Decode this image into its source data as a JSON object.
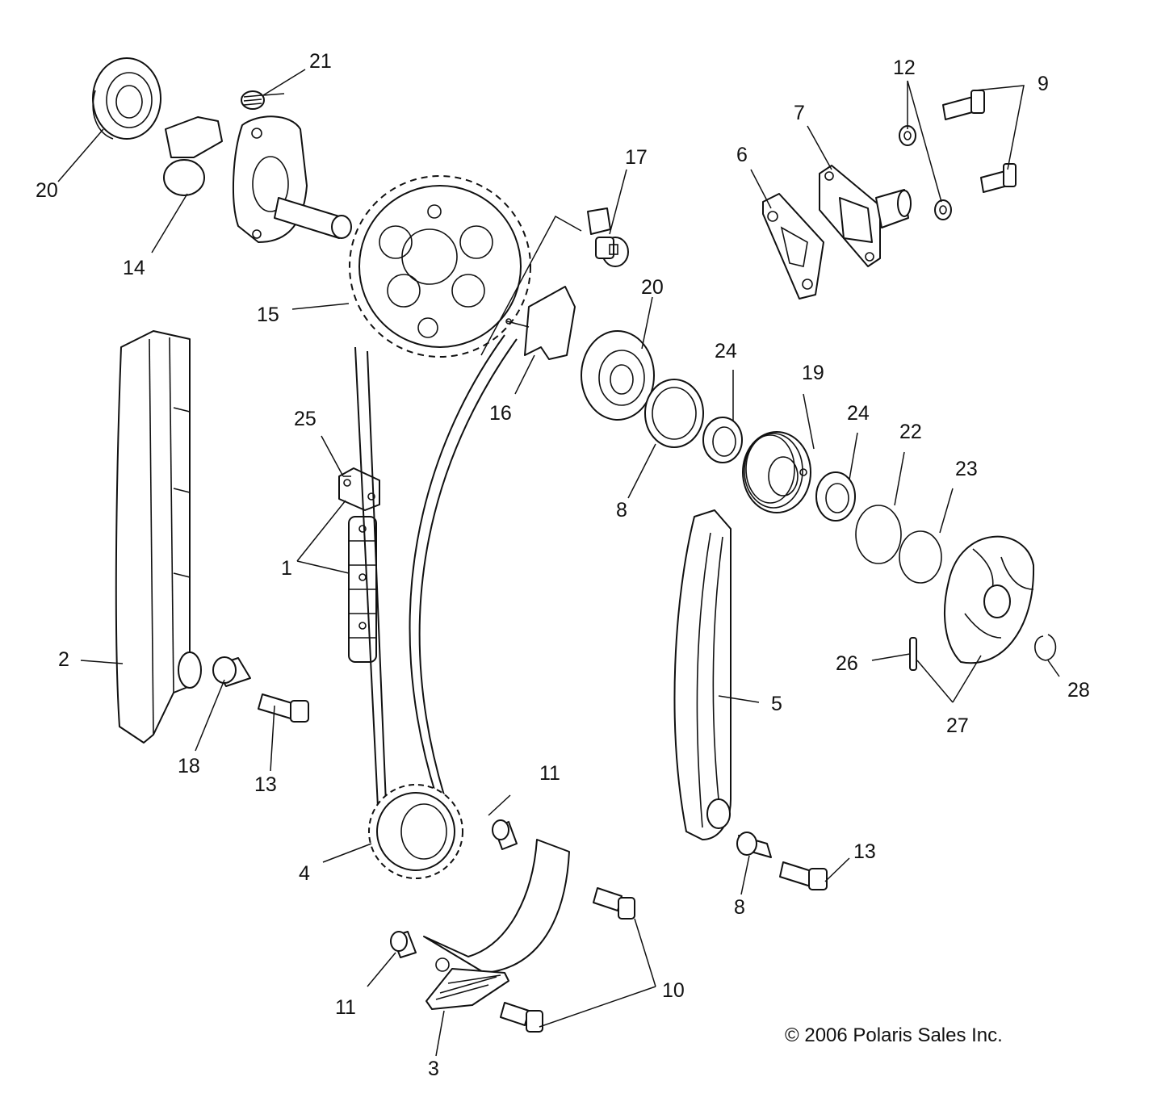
{
  "diagram": {
    "copyright": "© 2006 Polaris Sales Inc.",
    "callouts": [
      {
        "id": "c21",
        "text": "21"
      },
      {
        "id": "c20a",
        "text": "20"
      },
      {
        "id": "c14",
        "text": "14"
      },
      {
        "id": "c15",
        "text": "15"
      },
      {
        "id": "c17",
        "text": "17"
      },
      {
        "id": "c12",
        "text": "12"
      },
      {
        "id": "c9",
        "text": "9"
      },
      {
        "id": "c7",
        "text": "7"
      },
      {
        "id": "c6",
        "text": "6"
      },
      {
        "id": "c20b",
        "text": "20"
      },
      {
        "id": "c16",
        "text": "16"
      },
      {
        "id": "c24a",
        "text": "24"
      },
      {
        "id": "c19",
        "text": "19"
      },
      {
        "id": "c24b",
        "text": "24"
      },
      {
        "id": "c22",
        "text": "22"
      },
      {
        "id": "c23",
        "text": "23"
      },
      {
        "id": "c8a",
        "text": "8"
      },
      {
        "id": "c25",
        "text": "25"
      },
      {
        "id": "c1",
        "text": "1"
      },
      {
        "id": "c2",
        "text": "2"
      },
      {
        "id": "c18",
        "text": "18"
      },
      {
        "id": "c13a",
        "text": "13"
      },
      {
        "id": "c5",
        "text": "5"
      },
      {
        "id": "c26",
        "text": "26"
      },
      {
        "id": "c28",
        "text": "28"
      },
      {
        "id": "c27",
        "text": "27"
      },
      {
        "id": "c11a",
        "text": "11"
      },
      {
        "id": "c4",
        "text": "4"
      },
      {
        "id": "c13b",
        "text": "13"
      },
      {
        "id": "c8b",
        "text": "8"
      },
      {
        "id": "c10",
        "text": "10"
      },
      {
        "id": "c11b",
        "text": "11"
      },
      {
        "id": "c3",
        "text": "3"
      }
    ]
  }
}
